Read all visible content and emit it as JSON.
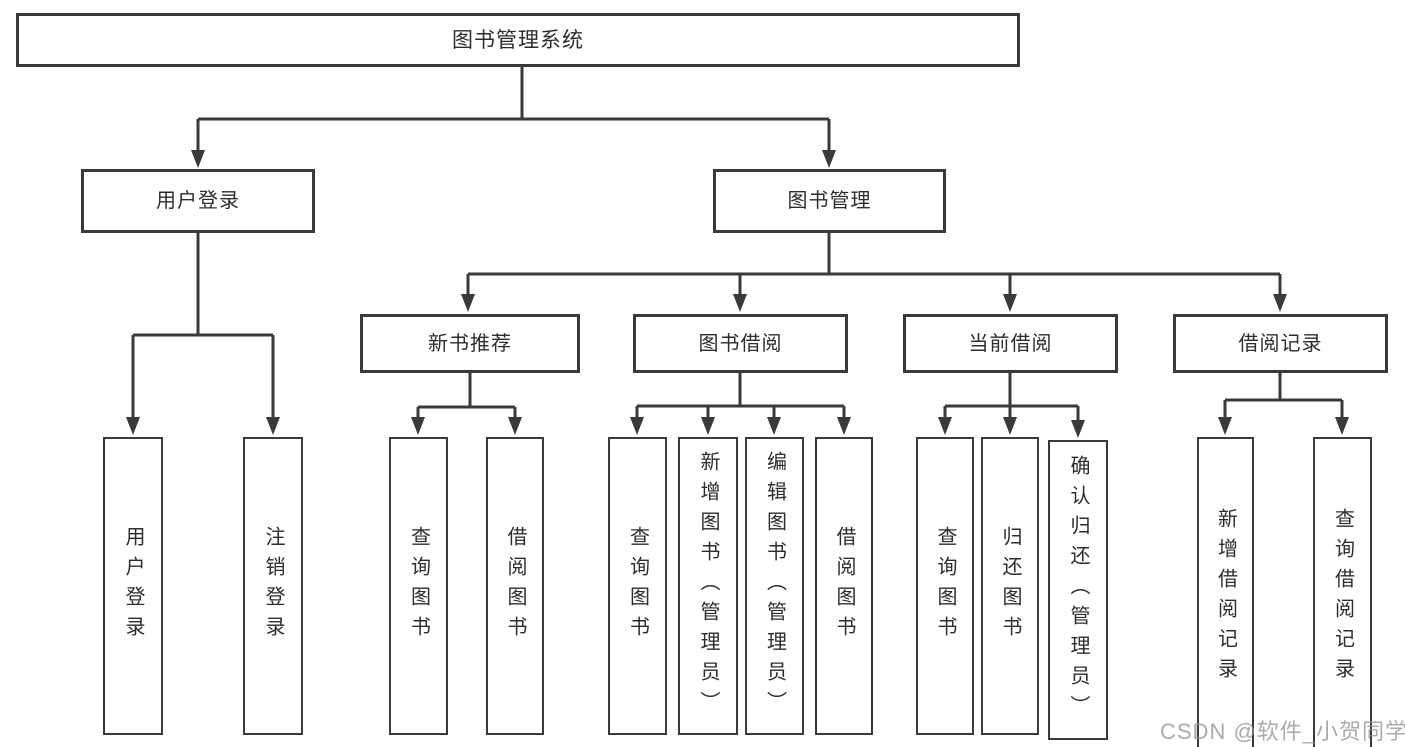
{
  "watermark": {
    "text": "CSDN @软件_小贺同学"
  },
  "colors": {
    "line": "#3a3a3a",
    "box_border": "#3a3a3a",
    "text": "#2d2d2d",
    "watermark": "#949494",
    "background": "#ffffff"
  },
  "diagram": {
    "type": "tree",
    "root": {
      "label": "图书管理系统",
      "children": [
        {
          "label": "用户登录",
          "children": [
            {
              "label": "用户登录"
            },
            {
              "label": "注销登录"
            }
          ]
        },
        {
          "label": "图书管理",
          "children": [
            {
              "label": "新书推荐",
              "children": [
                {
                  "label": "查询图书"
                },
                {
                  "label": "借阅图书"
                }
              ]
            },
            {
              "label": "图书借阅",
              "children": [
                {
                  "label": "查询图书"
                },
                {
                  "label": "新增图书（管理员）"
                },
                {
                  "label": "编辑图书（管理员）"
                },
                {
                  "label": "借阅图书"
                }
              ]
            },
            {
              "label": "当前借阅",
              "children": [
                {
                  "label": "查询图书"
                },
                {
                  "label": "归还图书"
                },
                {
                  "label": "确认归还（管理员）"
                }
              ]
            },
            {
              "label": "借阅记录",
              "children": [
                {
                  "label": "新增借阅记录"
                },
                {
                  "label": "查询借阅记录"
                }
              ]
            }
          ]
        }
      ]
    }
  }
}
